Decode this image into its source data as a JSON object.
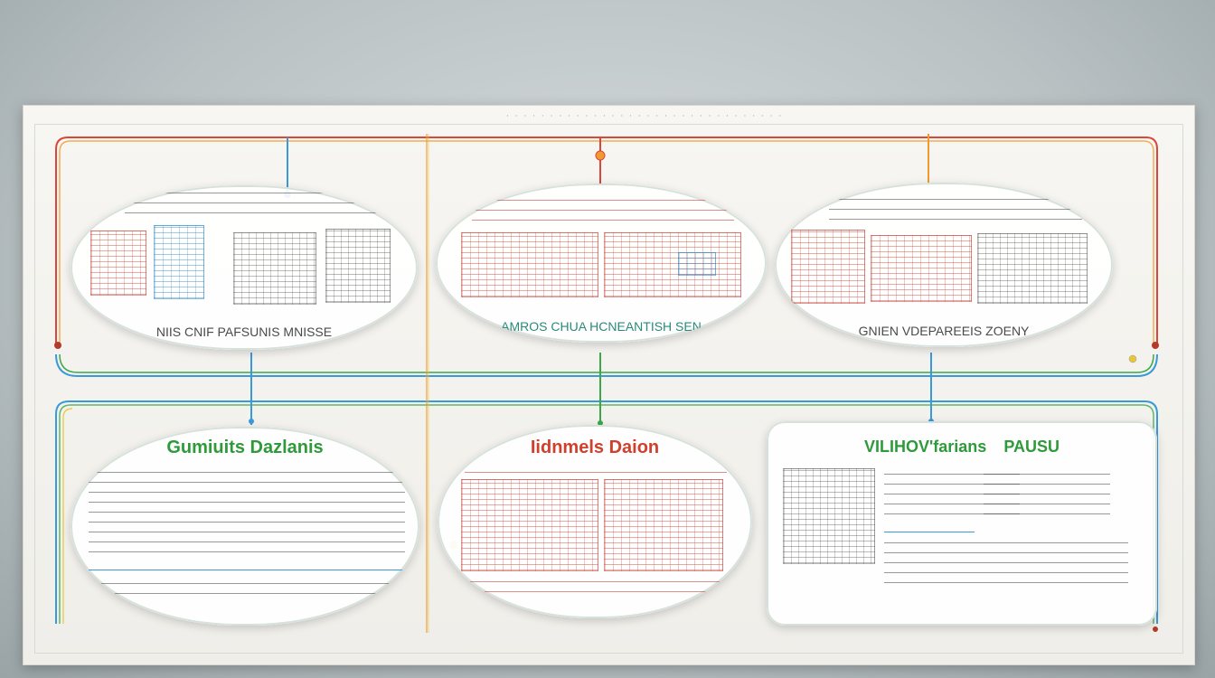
{
  "panels": {
    "p1": {
      "caption": "NIIS CNIF PAFSUNIS MNISSE"
    },
    "p2": {
      "caption": "AMROS CHUA HCNEANTISH SEN"
    },
    "p3": {
      "caption": "GNIEN VDEPAREEIS ZOENY"
    },
    "p4": {
      "title": "Gumiuits Dazlanis"
    },
    "p5": {
      "title": "Iidnmels Daion"
    },
    "p6": {
      "title_a": "VILIHOV'farians",
      "title_b": "PAUSU"
    }
  },
  "colors": {
    "green_title": "#2e9a3a",
    "red_title": "#d0402c",
    "connector_red": "#d9473a",
    "connector_orange": "#f29a2e",
    "connector_green": "#3aa84a",
    "connector_blue": "#3a9ad9",
    "connector_yellow": "#e8c53a"
  }
}
